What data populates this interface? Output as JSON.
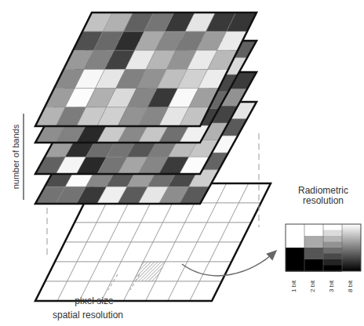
{
  "diagram": {
    "labels": [
      "number of bands",
      "Radiometric resolution",
      "1 bit",
      "2 bit",
      "3 bit",
      "8 bit",
      "pixel size",
      "spatial resolution"
    ]
  }
}
